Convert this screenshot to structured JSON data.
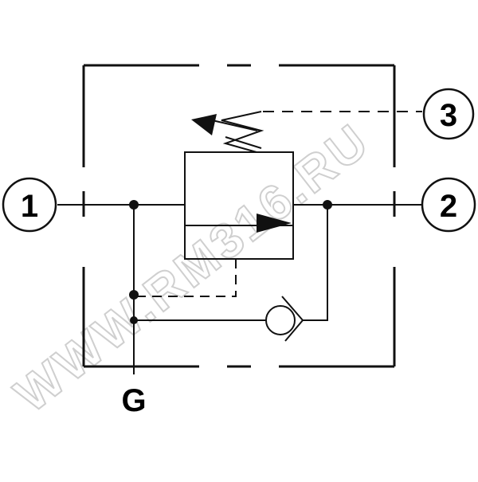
{
  "ports": {
    "port1": "1",
    "port2": "2",
    "port3": "3",
    "gauge": "G"
  },
  "watermark": "WWW.RM316.RU",
  "colors": {
    "line": "#111111",
    "watermark": "#d8d8d8"
  }
}
